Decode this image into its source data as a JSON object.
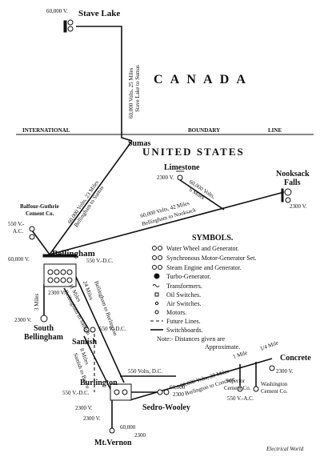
{
  "regions": {
    "canada": "C A N A D A",
    "united_states": "UNITED STATES"
  },
  "boundary": {
    "left": "INTERNATIONAL",
    "middle": "BOUNDARY",
    "right": "LINE"
  },
  "places": {
    "stave_lake": "Stave Lake",
    "sumas": "Sumas",
    "limestone": "Limestone",
    "nooksack_falls_1": "Nooksack",
    "nooksack_falls_2": "Falls",
    "balfour_1": "Balfour-Guthrie",
    "balfour_2": "Cement Co.",
    "bellingham": "Bellingham",
    "south_bellingham_1": "South",
    "south_bellingham_2": "Bellingham",
    "samish": "Samish",
    "burlington": "Burlington",
    "mt_vernon": "Mt.Vernon",
    "sedro_wooley": "Sedro-Wooley",
    "concrete": "Concrete",
    "superior_1": "Superior",
    "superior_2": "Cement Co.",
    "washington_1": "Washington",
    "washington_2": "Cement Co."
  },
  "voltages": {
    "stave_60000": "60,000 V.",
    "limestone_2300": "2300 V.",
    "nooksack_2300": "2300 V.",
    "balfour_550": "550 V.-",
    "balfour_ac": "A.C.",
    "bellingham_60000": "60,000 V.",
    "bellingham_550dc": "550 V.-D.C.",
    "bellingham_2300": "2300 V.",
    "south_2300": "2300 V.",
    "samish_550dc": "550 V.-D.C.",
    "burlington_550dc": "550 V.-D.C.",
    "burlington_2300": "2300 V.",
    "sedro_60000": "60,000",
    "sedro_2300": "2300",
    "mtv_2300": "2300 V.",
    "mtv_60000": "60,000",
    "mtv_2300b": "2300",
    "concrete_2300": "2300 V.",
    "concrete_550": "550 V.-A.C."
  },
  "lines": {
    "stave_sumas_1": "60,000 Volts, 25 Miles",
    "stave_sumas_2": "Stave Lake to Sumas",
    "bellingham_sumas_1": "60,000 Volts, 23 Miles",
    "bellingham_sumas_2": "Bellingham to Sumas",
    "limestone_1": "60,000 Volts,",
    "limestone_2": "6 Miles",
    "nooksack_1": "60,000 Volts, 42 Miles",
    "nooksack_2": "Bellingham to Nooksack",
    "south_miles": "3 Miles",
    "samish_1": "11 Miles",
    "samish_2": "Bellingham to Samish",
    "samish_3": "24 Miles",
    "samish_4": "Bellingham to Burlington",
    "burl_1": "8 Miles",
    "burl_2": "Samish to Burl'n",
    "dc_550": "550 Volts, D.C.",
    "concrete_1": "60,000 Volts, 28 Miles",
    "concrete_2": "Burlington to Concrete",
    "mile_1": "1 Mile",
    "mile_2": "1/4 Mile"
  },
  "legend": {
    "title": "SYMBOLS.",
    "items": [
      "Water Wheel and Generator.",
      "Synchronous Motor-Generator Set.",
      "Steam Engine and Generator.",
      "Turbo-Generator.",
      "Transformers.",
      "Oil Switches.",
      "Air Switches.",
      "Motors.",
      "Future Lines.",
      "Switchboards."
    ],
    "note_1": "Note:- Distances given are",
    "note_2": "Approximate."
  },
  "credit": "Electrical World"
}
